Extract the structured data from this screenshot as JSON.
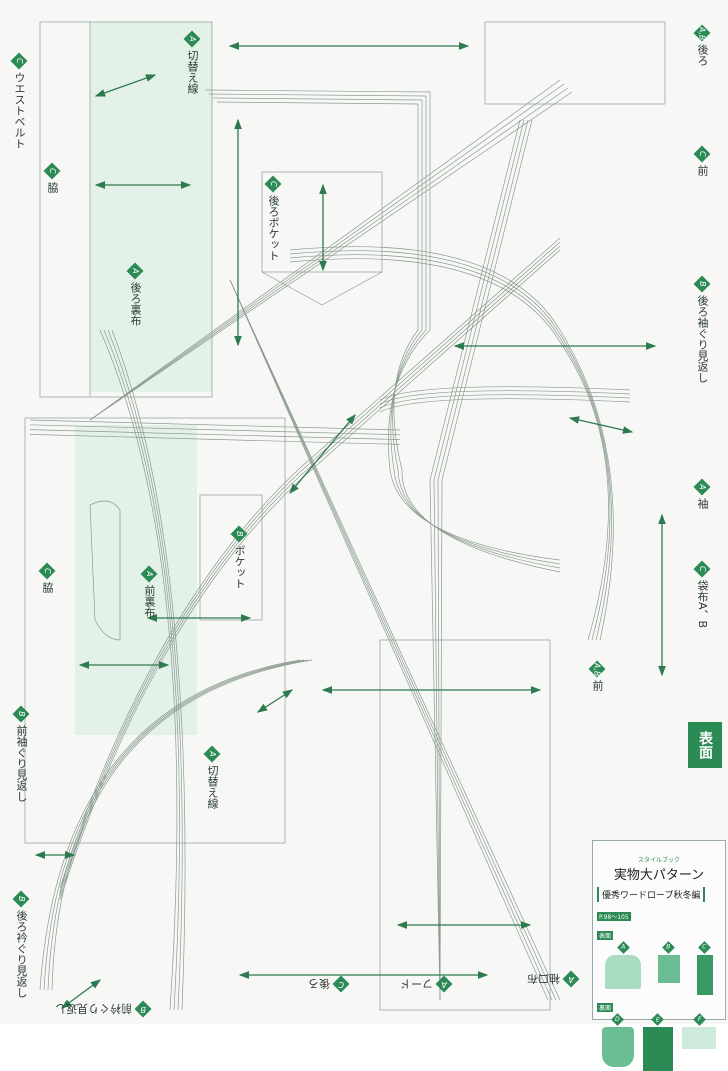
{
  "piece_labels": [
    {
      "badge": "C",
      "text": "ウエストベルト"
    },
    {
      "badge": "A",
      "text": "切替え線"
    },
    {
      "badge": "A,B",
      "text": "後ろ"
    },
    {
      "badge": "C",
      "text": "前"
    },
    {
      "badge": "C",
      "text": "後ろポケット"
    },
    {
      "badge": "A",
      "text": "後ろ裏布"
    },
    {
      "badge": "B",
      "text": "後ろ袖ぐり見返し"
    },
    {
      "badge": "A",
      "text": "袖"
    },
    {
      "badge": "B",
      "text": "ポケット"
    },
    {
      "badge": "A",
      "text": "前裏布"
    },
    {
      "badge": "C",
      "text": "袋布A、B"
    },
    {
      "badge": "A,B",
      "text": "前"
    },
    {
      "badge": "A",
      "text": "切替え線"
    },
    {
      "badge": "B",
      "text": "前袖ぐり見返し"
    },
    {
      "badge": "B",
      "text": "後ろ衿ぐり見返し"
    },
    {
      "badge": "B",
      "text": "前衿ぐり見返し"
    },
    {
      "badge": "C",
      "text": "後ろ"
    },
    {
      "badge": "A",
      "text": "フード"
    },
    {
      "badge": "A",
      "text": "袖口布"
    },
    {
      "badge": "C",
      "text": "脇"
    },
    {
      "badge": "C",
      "text": "脇"
    }
  ],
  "info": {
    "side_tab": "表面",
    "subtitle": "スタイルブック",
    "title": "実物大パターン",
    "book": "優秀ワードローブ秋冬編",
    "pages": "P.98〜105",
    "front_label": "表面",
    "back_label": "裏面",
    "garments_front": [
      "A",
      "B",
      "C"
    ],
    "garments_back": [
      "D",
      "E",
      "F"
    ]
  }
}
